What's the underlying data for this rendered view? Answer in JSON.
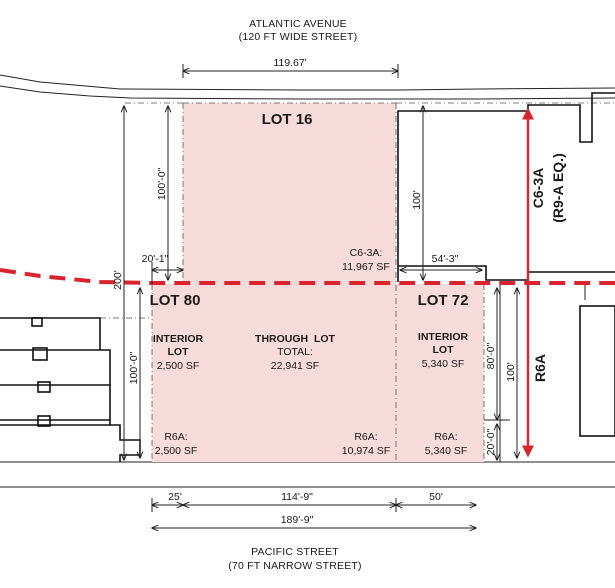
{
  "streets": {
    "north_name": "ATLANTIC AVENUE",
    "north_desc": "(120 FT WIDE STREET)",
    "south_name": "PACIFIC STREET",
    "south_desc": "(70 FT NARROW STREET)"
  },
  "dimensions": {
    "top_width": "119.67'",
    "lot16_depth": "100'-0\"",
    "lot80_offset": "20'-1\"",
    "total_depth": "200'",
    "right_upper_depth": "100'",
    "c63a_offset": "54'-3\"",
    "lot80_depth": "100'-0\"",
    "lot72_depth": "80'-0\"",
    "right_lower_depth": "100'",
    "lot72_setback": "20'-0\"",
    "bottom_left": "25'",
    "bottom_mid": "114'-9\"",
    "bottom_right": "50'",
    "bottom_total": "189'-9\""
  },
  "lots": {
    "lot16": "LOT 16",
    "lot80": "LOT 80",
    "lot72": "LOT 72",
    "lot80_type_1": "INTERIOR",
    "lot80_type_2": "LOT",
    "lot80_area": "2,500 SF",
    "through_type": "THROUGH  LOT",
    "through_total_label": "TOTAL:",
    "through_total_area": "22,941 SF",
    "lot72_type_1": "INTERIOR",
    "lot72_type_2": "LOT",
    "lot72_area": "5,340 SF"
  },
  "zoning_areas": {
    "c63a_label": "C6-3A:",
    "c63a_area": "11,967 SF",
    "r6a_lot80_label": "R6A:",
    "r6a_lot80_area": "2,500 SF",
    "r6a_through_label": "R6A:",
    "r6a_through_area": "10,974 SF",
    "r6a_lot72_label": "R6A:",
    "r6a_lot72_area": "5,340 SF"
  },
  "zones": {
    "north_1": "C6-3A",
    "north_2": "(R9-A EQ.)",
    "south": "R6A"
  },
  "colors": {
    "lot_fill": "#f7dada",
    "zoning_line": "#d9232e",
    "building_fill": "#ffffff",
    "line": "#111111"
  }
}
